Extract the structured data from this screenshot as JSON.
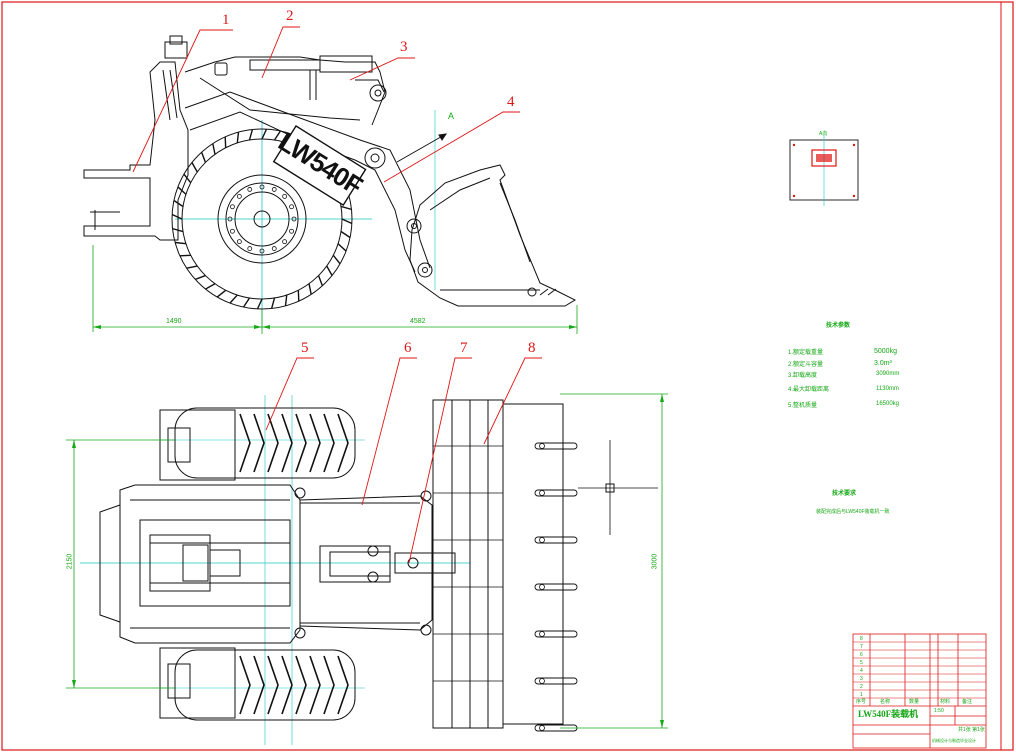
{
  "drawing": {
    "brand_text": "LW540F",
    "view_label_a": "A",
    "detail_label": "A向",
    "dim_front_overhang": "1490",
    "dim_wheelbase_reach": "4582",
    "dim_track": "2150",
    "dim_bucket_width": "3000",
    "part_numbers": [
      "1",
      "2",
      "3",
      "4",
      "5",
      "6",
      "7",
      "8"
    ]
  },
  "specs": {
    "title": "技术参数",
    "items": [
      {
        "label": "1.额定载重量",
        "value": "5000kg"
      },
      {
        "label": "2.额定斗容量",
        "value": "3.0m³"
      },
      {
        "label": "3.卸载高度",
        "value": "3090mm"
      },
      {
        "label": "4.最大卸载距离",
        "value": "1130mm"
      },
      {
        "label": "5.整机质量",
        "value": "16500kg"
      }
    ]
  },
  "requirements": {
    "title": "技术要求",
    "text": "装配完成后与LW540F装载机一致"
  },
  "title_block": {
    "title": "LW540F装载机",
    "scale": "1:50",
    "sheet": "共1张 第1张",
    "company": "机械设计与制造毕业设计",
    "rows": [
      "8",
      "7",
      "6",
      "5",
      "4",
      "3",
      "2",
      "1"
    ],
    "header_cols": [
      "序号",
      "名称",
      "数量",
      "材料",
      "备注"
    ]
  },
  "colors": {
    "frame": "#e01515",
    "outline": "#111111",
    "center_line": "#18c8c8",
    "dimension": "#16a816",
    "leader": "#e01515"
  }
}
